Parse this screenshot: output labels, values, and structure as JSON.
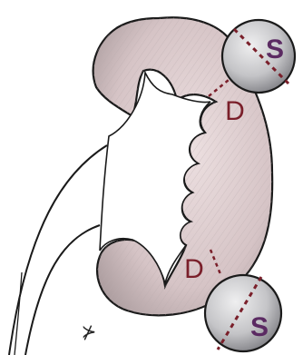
{
  "labels": {
    "upper_sphere": "S",
    "lower_sphere": "S",
    "upper_gap": "D",
    "lower_gap": "D",
    "signature": "⊁"
  },
  "colors": {
    "background": "#ffffff",
    "outline": "#1a1a1a",
    "organ_fill": "#d9c8c9",
    "organ_shade": "#a99a9c",
    "sphere_fill": "#c9c9cb",
    "sphere_shade": "#8a8a8e",
    "label_color": "#7a1f2a",
    "s_label_color": "#5b2a62",
    "dotted_line": "#7a1f2a"
  }
}
